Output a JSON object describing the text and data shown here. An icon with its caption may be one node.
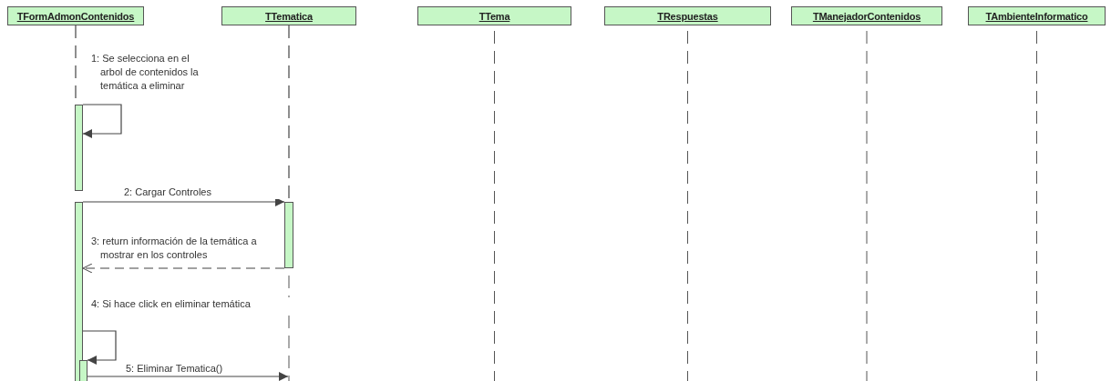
{
  "diagram": {
    "nodes": [
      {
        "text": [
          "TFormAdmonContenidos"
        ]
      },
      {
        "text": [
          "TTematica"
        ]
      },
      {
        "text": [
          "TTema"
        ]
      },
      {
        "text": [
          "TRespuestas"
        ]
      },
      {
        "text": [
          "TManejadorContenidos"
        ]
      },
      {
        "text": [
          "TAmbienteInformatico"
        ]
      },
      {
        "text": [],
        "shape": "bar"
      },
      {
        "text": [],
        "shape": "bar"
      },
      {
        "text": [],
        "shape": "bar"
      },
      {
        "text": [],
        "shape": "bar"
      }
    ],
    "edges": [
      {
        "from": 6,
        "to": 6,
        "arrow": "to",
        "label": "1: Se selecciona en el arbol de contenidos la temática a eliminar"
      },
      {
        "from": 7,
        "to": 8,
        "arrow": "to",
        "label": "2: Cargar Controles"
      },
      {
        "from": 8,
        "to": 7,
        "arrow": "to",
        "style": "dashed",
        "label": "3: return información de la temática a mostrar en los controles"
      },
      {
        "from": 7,
        "to": 9,
        "arrow": "to",
        "label": "4: Si hace click en eliminar temática"
      },
      {
        "from": 9,
        "to": null,
        "arrow": "to",
        "label": "5: Eliminar Tematica()"
      },
      {
        "from": 0,
        "to": 6,
        "arrow": "none",
        "style": "dashed"
      },
      {
        "from": 1,
        "to": 8,
        "arrow": "none",
        "style": "dashed"
      }
    ]
  }
}
